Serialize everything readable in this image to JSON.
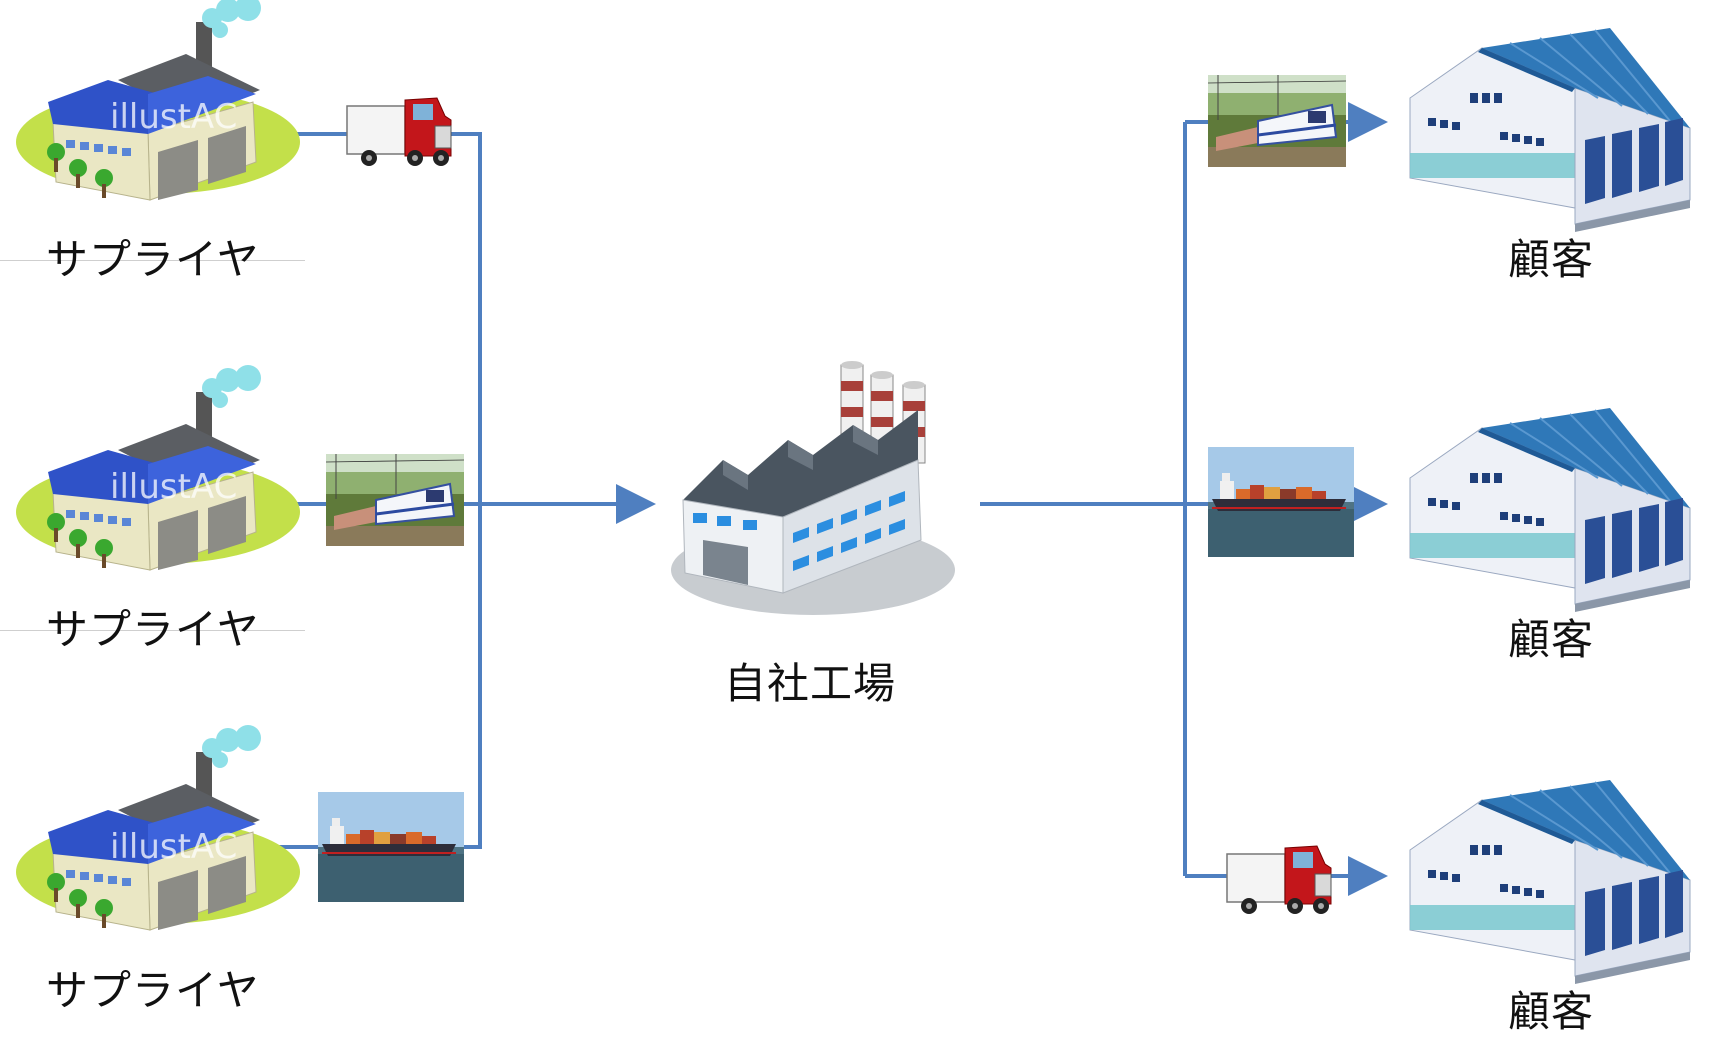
{
  "labels": {
    "supplier": "サプライヤ",
    "factory": "自社工場",
    "customer": "顧客"
  },
  "watermark": "illustAC",
  "colors": {
    "connector": "#4f7fc0",
    "supplier_roof": "#2f52c8",
    "supplier_wall": "#eae7c4",
    "supplier_ground": "#c3e04a",
    "factory_roof": "#4a5560",
    "factory_window": "#2b8ee0",
    "warehouse_roof": "#2f78b8",
    "warehouse_door": "#2a4f96"
  },
  "icons": {
    "supplier": "supplier-factory-icon",
    "factory": "own-factory-icon",
    "customer": "warehouse-icon",
    "truck": "truck-icon",
    "train": "freight-train-photo",
    "ship": "container-ship-photo"
  },
  "suppliers": [
    {
      "label": "サプライヤ",
      "transport": "truck"
    },
    {
      "label": "サプライヤ",
      "transport": "train"
    },
    {
      "label": "サプライヤ",
      "transport": "ship"
    }
  ],
  "customers": [
    {
      "label": "顧客",
      "transport": "train"
    },
    {
      "label": "顧客",
      "transport": "ship"
    },
    {
      "label": "顧客",
      "transport": "truck"
    }
  ]
}
